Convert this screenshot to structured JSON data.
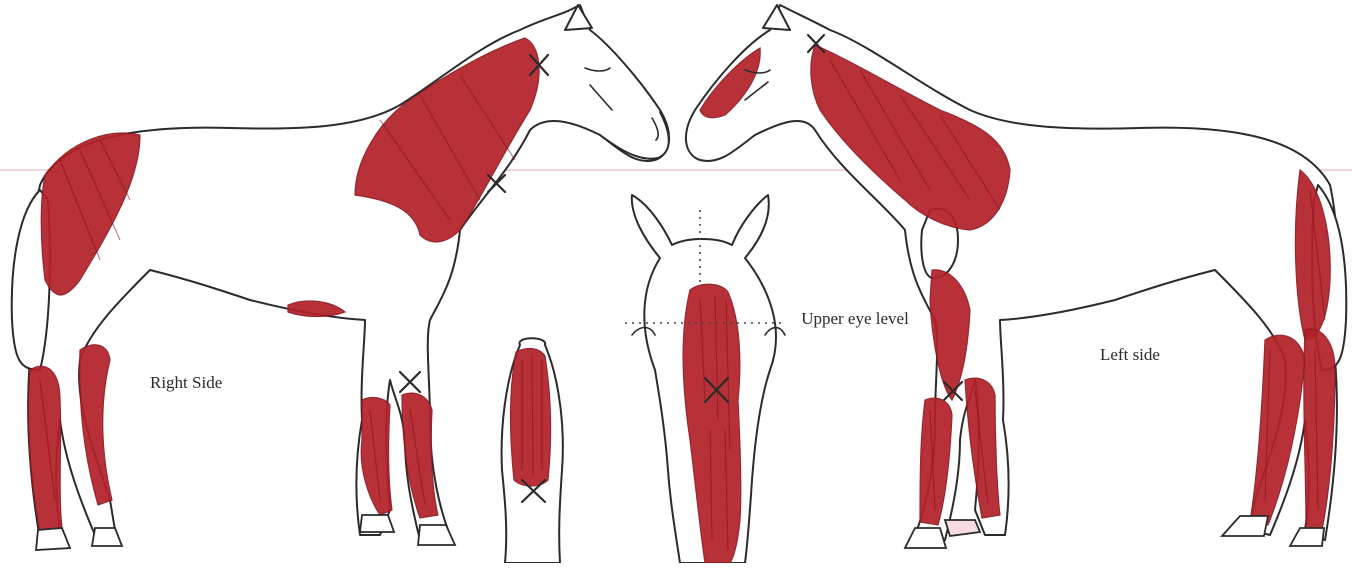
{
  "labels": {
    "right_side": "Right Side",
    "left_side": "Left side",
    "upper_eye_level": "Upper eye level"
  },
  "colors": {
    "marking": "#b3222a",
    "outline": "#2b2b2b",
    "background": "#ffffff"
  },
  "views": [
    "right-side-horse",
    "left-side-horse",
    "front-face",
    "muzzle-underside"
  ]
}
